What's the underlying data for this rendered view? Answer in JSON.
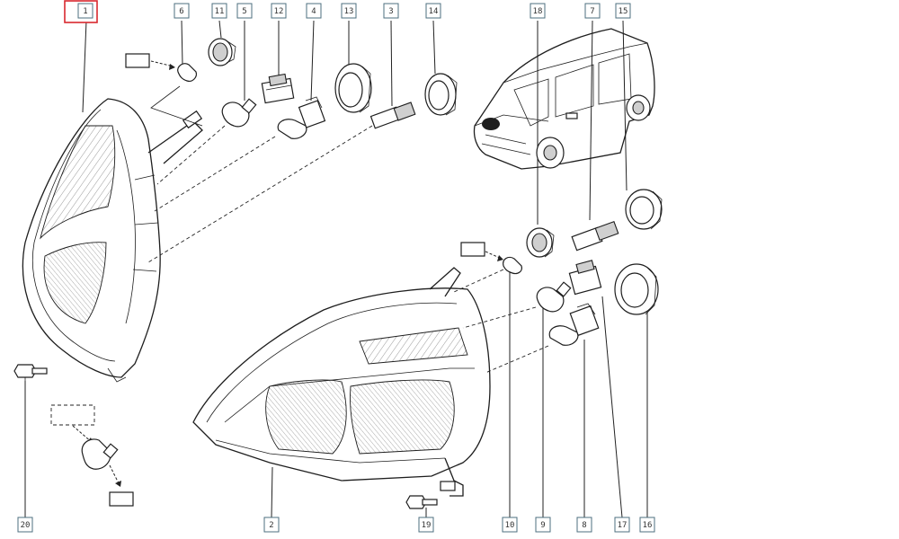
{
  "diagram": {
    "selected_callout": "1",
    "callouts_top": [
      "1",
      "6",
      "11",
      "5",
      "12",
      "4",
      "13",
      "3",
      "14",
      "18",
      "7",
      "15"
    ],
    "callouts_bottom": [
      "20",
      "2",
      "19",
      "10",
      "9",
      "8",
      "17",
      "16"
    ],
    "colors": {
      "selected_border": "#d9282f",
      "callout_border": "#4d6f7f",
      "line": "#1e1e1e"
    }
  }
}
